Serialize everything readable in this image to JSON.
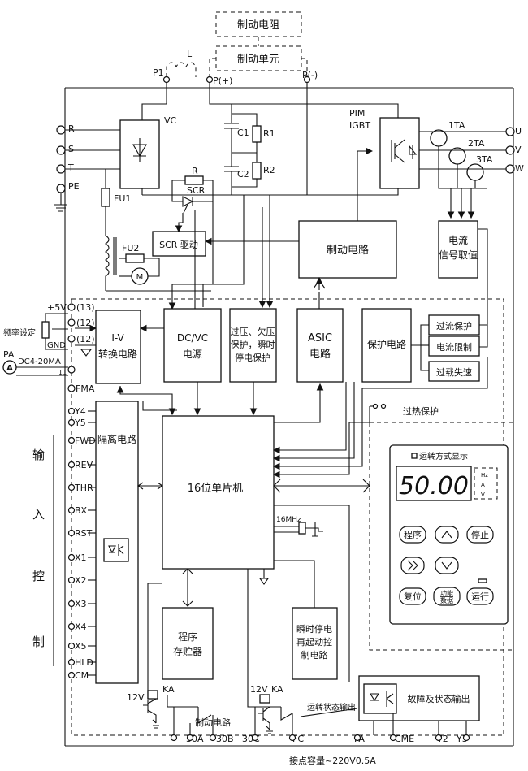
{
  "top": {
    "brake_resistor": "制动电阻",
    "brake_unit": "制动单元",
    "L": "L",
    "P1": "P1",
    "Pplus": "P(+)",
    "Pminus": "P(-)"
  },
  "power": {
    "R": "R",
    "S": "S",
    "T": "T",
    "PE": "PE",
    "U": "U",
    "V": "V",
    "W": "W",
    "VC": "VC",
    "C1": "C1",
    "C2": "C2",
    "R1": "R1",
    "R2": "R2",
    "Rres": "R",
    "SCR": "SCR",
    "FU1": "FU1",
    "FU2": "FU2",
    "M": "M",
    "PIM": "PIM",
    "IGBT": "IGBT",
    "TA1": "1TA",
    "TA2": "2TA",
    "TA3": "3TA"
  },
  "blocks": {
    "scr_drive": "SCR 驱动",
    "brake_circuit": "制动电路",
    "current_line1": "电流",
    "current_line2": "信号取值",
    "iv_line1": "I-V",
    "iv_line2": "转换电路",
    "dcdc_line1": "DC/VC",
    "dcdc_line2": "电源",
    "prot_line1": "过压、欠压",
    "prot_line2": "保护，瞬时",
    "prot_line3": "停电保护",
    "asic_line1": "ASIC",
    "asic_line2": "电路",
    "protect_circuit": "保护电路",
    "overcurrent": "过流保护",
    "current_limit": "电流限制",
    "stall": "过载失速",
    "overheat": "过热保护",
    "isolation": "隔离电路",
    "mcu": "16位单片机",
    "clock": "16MHz",
    "mem_line1": "程序",
    "mem_line2": "存贮器",
    "restart_line1": "瞬时停电",
    "restart_line2": "再起动控",
    "restart_line3": "制电路",
    "brake_ctrl": "制动电路",
    "run_status": "运转状态输出",
    "fault_output": "故障及状态输出",
    "contact_capacity": "接点容量~220V0.5A"
  },
  "inputs": {
    "v5": "+5V",
    "n13a": "(13)",
    "n12a": "(12)",
    "n12b": "(12)",
    "n11": "11",
    "freq_set": "频率设定",
    "gnd": "GND",
    "pa": "PA",
    "dc": "DC4-20MA",
    "fma": "FMA",
    "terminals": [
      "Y4",
      "Y5",
      "FWD",
      "REV",
      "THR",
      "BX",
      "RST",
      "X1",
      "X2",
      "X3",
      "X4",
      "X5",
      "HLD",
      "CM"
    ],
    "vertical_label": [
      "输",
      "入",
      "控",
      "制"
    ]
  },
  "outputs": {
    "v12a": "12V",
    "ka1": "KA",
    "v12b": "12V",
    "ka2": "KA",
    "t30A": "30A",
    "t30B": "30B",
    "t30C": "30C",
    "FC": "FC",
    "FA": "FA",
    "CME": "CME",
    "Y2": "Y2",
    "Y3": "Y3"
  },
  "panel": {
    "mode_display": "运转方式显示",
    "display_value": "50.00",
    "led_hz": "Hz",
    "led_a": "A",
    "led_v": "V",
    "btn_program": "程序",
    "btn_stop": "停止",
    "btn_reset": "复位",
    "btn_func_line1": "功能",
    "btn_func_line2": "数据",
    "btn_run": "运行"
  }
}
